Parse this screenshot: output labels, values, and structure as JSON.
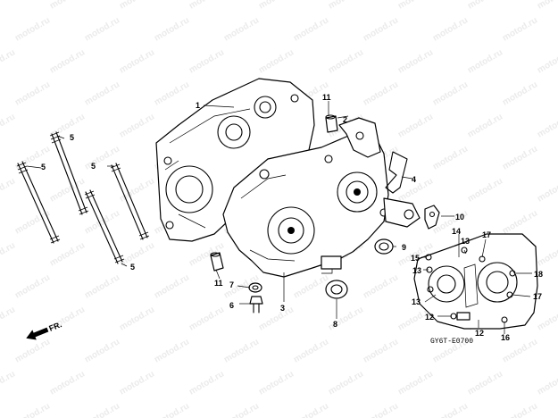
{
  "watermark": "motod.ru",
  "direction_label": "FR.",
  "diagram_code": "GY6T-E0700",
  "callouts": {
    "c1": "1",
    "c2": "2",
    "c3": "3",
    "c4": "4",
    "c5a": "5",
    "c5b": "5",
    "c5c": "5",
    "c5d": "5",
    "c6": "6",
    "c7": "7",
    "c8": "8",
    "c9": "9",
    "c10": "10",
    "c11a": "11",
    "c11b": "11",
    "c12a": "12",
    "c12b": "12",
    "c13a": "13",
    "c13b": "13",
    "c13c": "13",
    "c14": "14",
    "c15": "15",
    "c16": "16",
    "c17a": "17",
    "c17b": "17",
    "c18": "18"
  }
}
